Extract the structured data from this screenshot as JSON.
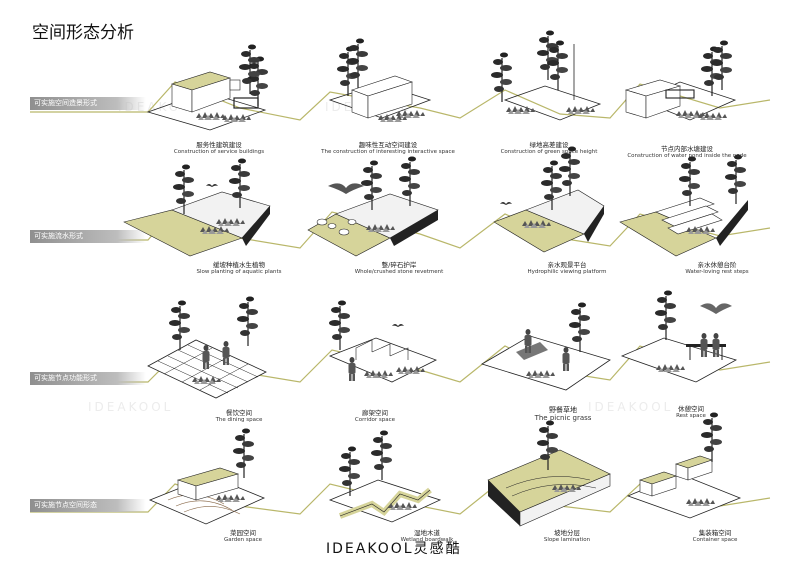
{
  "title": "空间形态分析",
  "brand": "IDEAKOOL灵感酷",
  "watermark": "IDEAKOOL",
  "colors": {
    "accent": "#b9b76a",
    "ground": "#d6d49a",
    "ink": "#222222",
    "label_bg": "#9a9a9a"
  },
  "rows": [
    {
      "label": "可实施空间造景形式",
      "items": [
        {
          "cn": "服务性建筑建设",
          "en": "Construction of service buildings"
        },
        {
          "cn": "趣味性互动空间建设",
          "en": "The construction of interesting interactive space"
        },
        {
          "cn": "绿地高差建设",
          "en": "Construction of green space height"
        },
        {
          "cn": "节点内部水塘建设",
          "en": "Construction of water pond inside the node"
        }
      ]
    },
    {
      "label": "可实施流水形式",
      "items": [
        {
          "cn": "缓坡种植水生植物",
          "en": "Slow planting of aquatic plants"
        },
        {
          "cn": "整/碎石护岸",
          "en": "Whole/crushed stone revetment"
        },
        {
          "cn": "亲水观景平台",
          "en": "Hydrophilic viewing platform"
        },
        {
          "cn": "亲水休憩台阶",
          "en": "Water-loving rest steps"
        }
      ]
    },
    {
      "label": "可实施节点功能形式",
      "items": [
        {
          "cn": "餐饮空间",
          "en": "The dining space"
        },
        {
          "cn": "廊架空间",
          "en": "Corridor space"
        },
        {
          "cn": "野餐草地",
          "en": "The picnic grass"
        },
        {
          "cn": "休憩空间",
          "en": "Rest space"
        }
      ]
    },
    {
      "label": "可实施节点空间形态",
      "items": [
        {
          "cn": "菜园空间",
          "en": "Garden space"
        },
        {
          "cn": "湿地木道",
          "en": "Wetland boardwalk"
        },
        {
          "cn": "坡地分层",
          "en": "Slope lamination"
        },
        {
          "cn": "集装箱空间",
          "en": "Container space"
        }
      ]
    }
  ]
}
